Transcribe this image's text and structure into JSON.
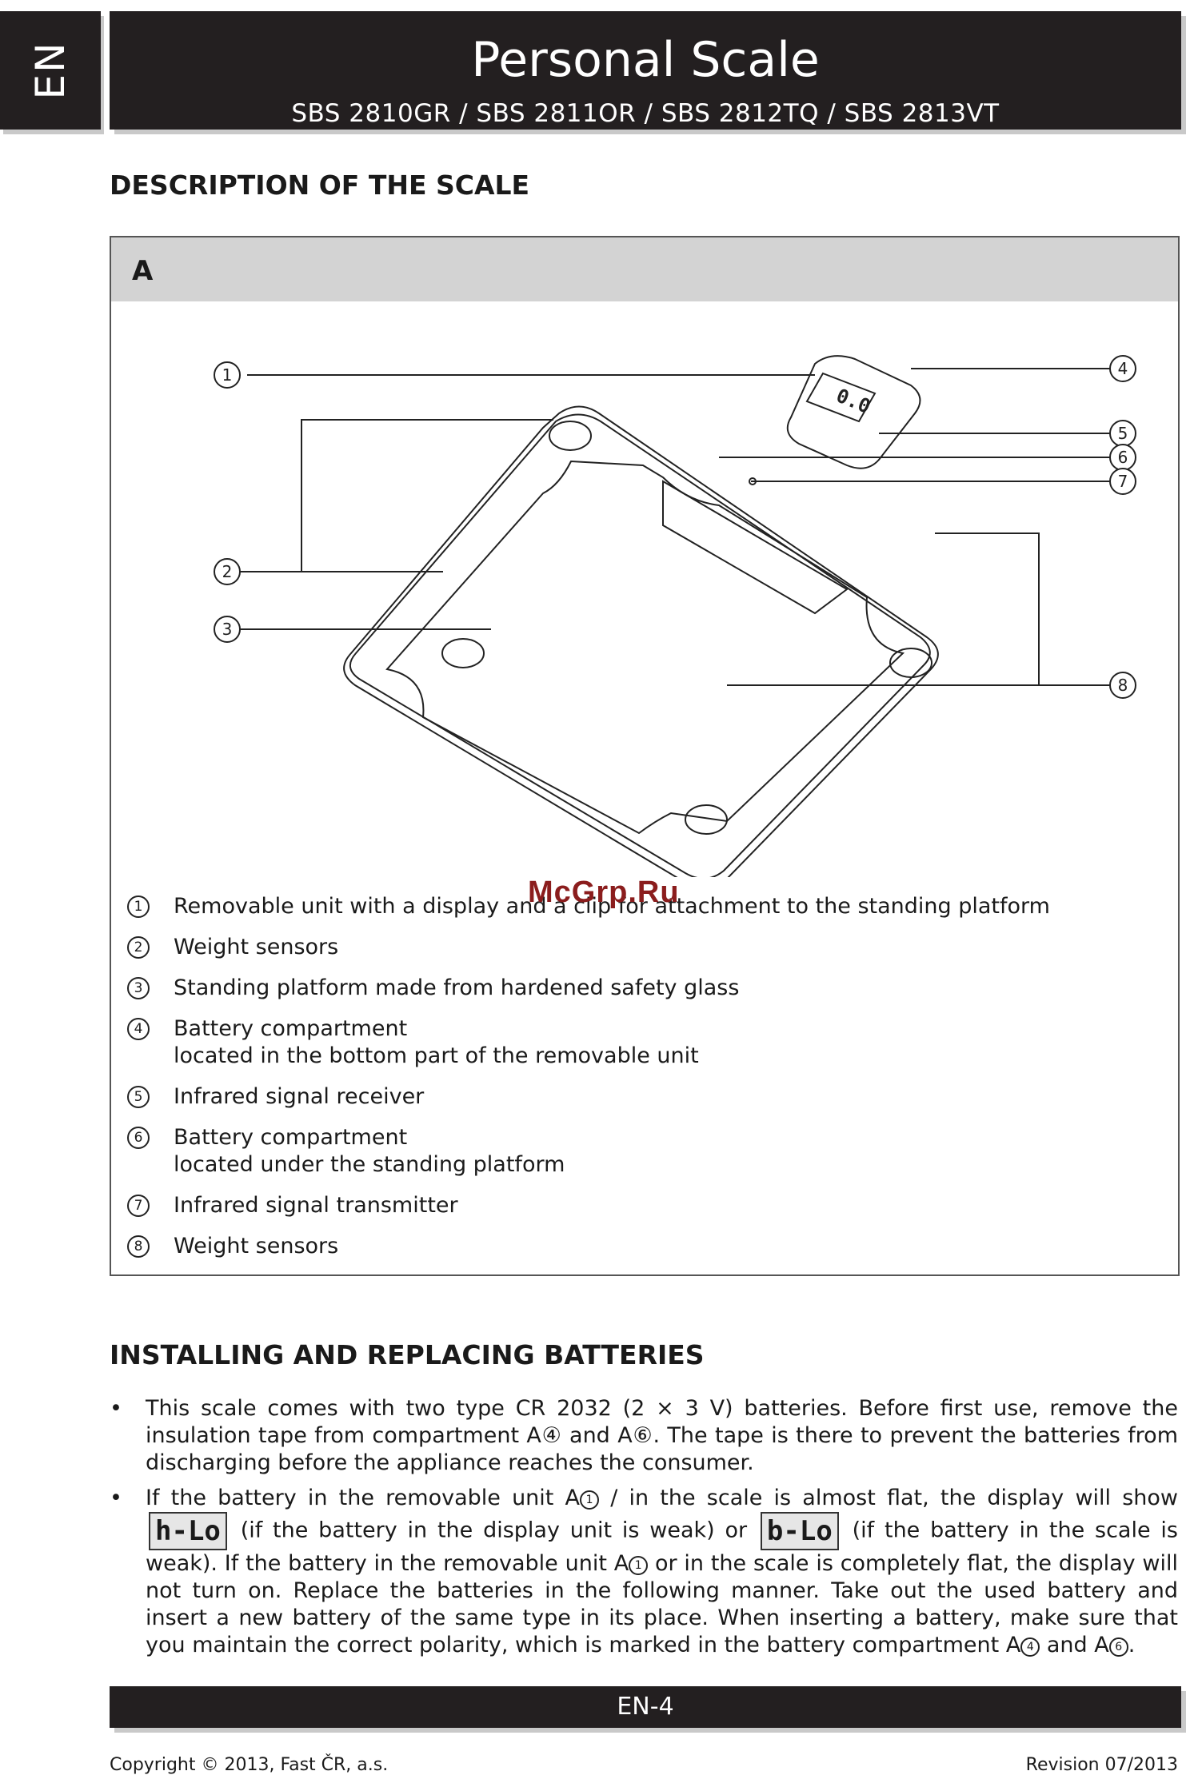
{
  "header": {
    "lang": "EN",
    "title": "Personal Scale",
    "models": "SBS 2810GR / SBS 2811OR / SBS 2812TQ / SBS 2813VT"
  },
  "section1": {
    "heading": "DESCRIPTION OF THE SCALE",
    "figure_label": "A",
    "display_reading": "0.0",
    "callouts": [
      "1",
      "2",
      "3",
      "4",
      "5",
      "6",
      "7",
      "8"
    ],
    "legend": [
      {
        "num": "1",
        "line1": "Removable unit with a display and a clip for attachment to the standing platform",
        "line2": ""
      },
      {
        "num": "2",
        "line1": "Weight sensors",
        "line2": ""
      },
      {
        "num": "3",
        "line1": "Standing platform made from hardened safety glass",
        "line2": ""
      },
      {
        "num": "4",
        "line1": "Battery compartment",
        "line2": "located in the bottom part of the removable unit"
      },
      {
        "num": "5",
        "line1": "Infrared signal receiver",
        "line2": ""
      },
      {
        "num": "6",
        "line1": "Battery compartment",
        "line2": "located under the standing platform"
      },
      {
        "num": "7",
        "line1": "Infrared signal transmitter",
        "line2": ""
      },
      {
        "num": "8",
        "line1": "Weight sensors",
        "line2": ""
      }
    ],
    "watermark": "McGrp.Ru"
  },
  "section2": {
    "heading": "INSTALLING AND REPLACING BATTERIES",
    "bullet_char": "•",
    "b1": "This scale comes with two type CR 2032 (2 × 3 V) batteries. Before first use, remove the insulation tape from compartment A④ and A⑥. The tape is there to prevent the batteries from discharging before the appliance reaches the consumer.",
    "b2_a": "If the battery in the removable unit A",
    "b2_ref1": "1",
    "b2_b": " / in the scale is almost flat, the display will show",
    "lcd1": "h-Lo",
    "b2_c": "(if the battery in the display unit is weak) or",
    "lcd2": "b-Lo",
    "b2_d": "(if the battery in the scale is weak). If the battery in the removable unit A",
    "b2_ref2": "1",
    "b2_e": " or in the scale is completely flat, the display will not turn on. Replace the batteries in the following manner. Take out the used battery and insert a new battery of the same type in its place. When inserting a battery, make sure that you maintain the correct polarity, which is marked in the battery compartment A",
    "b2_ref3": "4",
    "b2_f": " and A",
    "b2_ref4": "6",
    "b2_g": "."
  },
  "footer": {
    "page": "EN-4",
    "copyright": "Copyright © 2013, Fast ČR, a.s.",
    "revision": "Revision 07/2013"
  }
}
